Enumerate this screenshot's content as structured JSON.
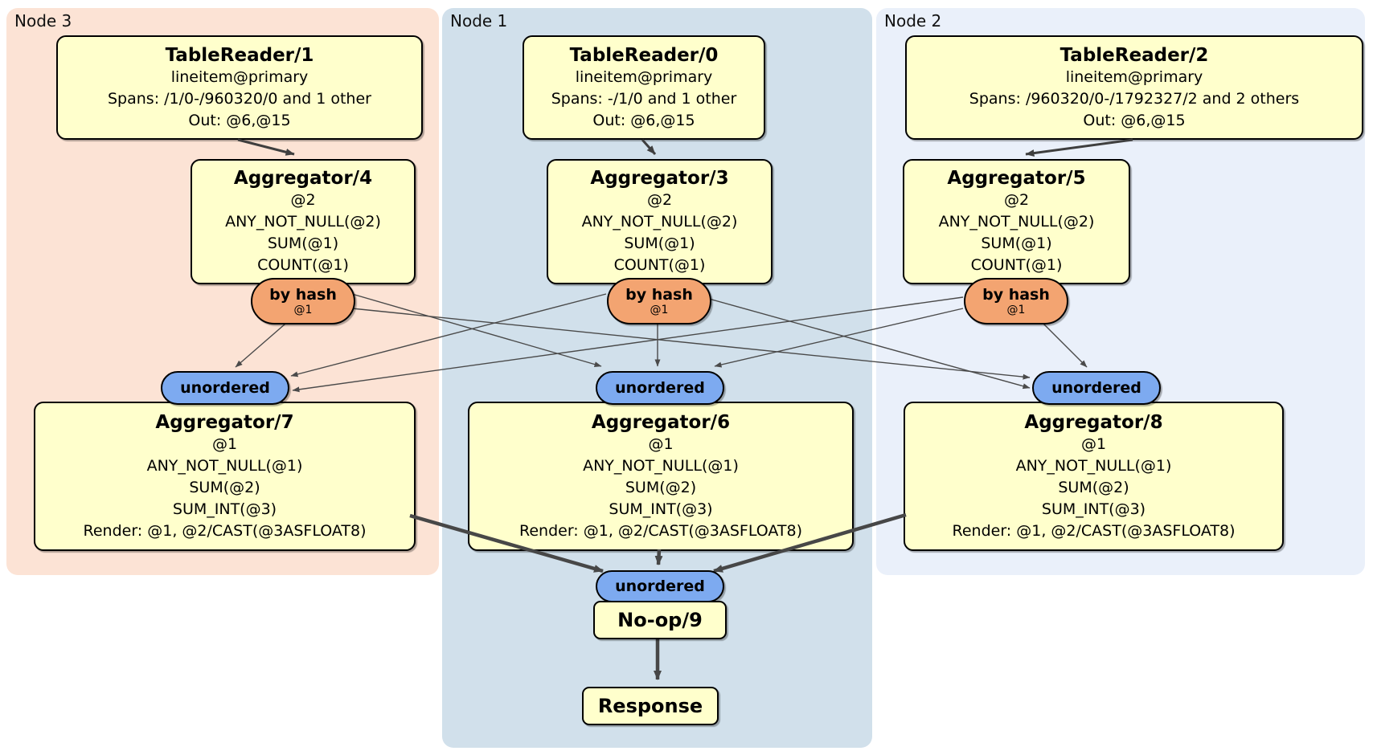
{
  "colors": {
    "node3_panel_bg": "#fce3d5",
    "node1_panel_bg": "#d1e0eb",
    "node2_panel_bg": "#eaf0fa",
    "processor_box_bg": "#ffffcc",
    "hash_router_bg": "#f3a471",
    "sync_capsule_bg": "#7daaf0",
    "edge_color": "#4a4a4a"
  },
  "panels": [
    {
      "label": "Node 3"
    },
    {
      "label": "Node 1"
    },
    {
      "label": "Node 2"
    }
  ],
  "table_readers": [
    {
      "title": "TableReader/1",
      "index": "lineitem@primary",
      "spans": "Spans: /1/0-/960320/0 and 1 other",
      "out": "Out: @6,@15"
    },
    {
      "title": "TableReader/0",
      "index": "lineitem@primary",
      "spans": "Spans: -/1/0 and 1 other",
      "out": "Out: @6,@15"
    },
    {
      "title": "TableReader/2",
      "index": "lineitem@primary",
      "spans": "Spans: /960320/0-/1792327/2 and 2 others",
      "out": "Out: @6,@15"
    }
  ],
  "stage1_aggregators": [
    {
      "title": "Aggregator/4",
      "lines": [
        "@2",
        "ANY_NOT_NULL(@2)",
        "SUM(@1)",
        "COUNT(@1)"
      ]
    },
    {
      "title": "Aggregator/3",
      "lines": [
        "@2",
        "ANY_NOT_NULL(@2)",
        "SUM(@1)",
        "COUNT(@1)"
      ]
    },
    {
      "title": "Aggregator/5",
      "lines": [
        "@2",
        "ANY_NOT_NULL(@2)",
        "SUM(@1)",
        "COUNT(@1)"
      ]
    }
  ],
  "routers": [
    {
      "label": "by hash",
      "detail": "@1"
    },
    {
      "label": "by hash",
      "detail": "@1"
    },
    {
      "label": "by hash",
      "detail": "@1"
    }
  ],
  "syncs": [
    {
      "label": "unordered"
    },
    {
      "label": "unordered"
    },
    {
      "label": "unordered"
    },
    {
      "label": "unordered"
    }
  ],
  "stage2_aggregators": [
    {
      "title": "Aggregator/7",
      "lines": [
        "@1",
        "ANY_NOT_NULL(@1)",
        "SUM(@2)",
        "SUM_INT(@3)",
        "Render: @1, @2/CAST(@3ASFLOAT8)"
      ]
    },
    {
      "title": "Aggregator/6",
      "lines": [
        "@1",
        "ANY_NOT_NULL(@1)",
        "SUM(@2)",
        "SUM_INT(@3)",
        "Render: @1, @2/CAST(@3ASFLOAT8)"
      ]
    },
    {
      "title": "Aggregator/8",
      "lines": [
        "@1",
        "ANY_NOT_NULL(@1)",
        "SUM(@2)",
        "SUM_INT(@3)",
        "Render: @1, @2/CAST(@3ASFLOAT8)"
      ]
    }
  ],
  "noop": {
    "title": "No-op/9"
  },
  "response": {
    "title": "Response"
  },
  "edges": [
    {
      "from": "TableReader/1",
      "to": "Aggregator/4"
    },
    {
      "from": "TableReader/0",
      "to": "Aggregator/3"
    },
    {
      "from": "TableReader/2",
      "to": "Aggregator/5"
    },
    {
      "from": "Aggregator/4 by hash",
      "to": "unordered Aggregator/7"
    },
    {
      "from": "Aggregator/4 by hash",
      "to": "unordered Aggregator/6"
    },
    {
      "from": "Aggregator/4 by hash",
      "to": "unordered Aggregator/8"
    },
    {
      "from": "Aggregator/3 by hash",
      "to": "unordered Aggregator/7"
    },
    {
      "from": "Aggregator/3 by hash",
      "to": "unordered Aggregator/6"
    },
    {
      "from": "Aggregator/3 by hash",
      "to": "unordered Aggregator/8"
    },
    {
      "from": "Aggregator/5 by hash",
      "to": "unordered Aggregator/7"
    },
    {
      "from": "Aggregator/5 by hash",
      "to": "unordered Aggregator/6"
    },
    {
      "from": "Aggregator/5 by hash",
      "to": "unordered Aggregator/8"
    },
    {
      "from": "Aggregator/7",
      "to": "unordered No-op/9"
    },
    {
      "from": "Aggregator/6",
      "to": "unordered No-op/9"
    },
    {
      "from": "Aggregator/8",
      "to": "unordered No-op/9"
    },
    {
      "from": "No-op/9",
      "to": "Response"
    }
  ]
}
